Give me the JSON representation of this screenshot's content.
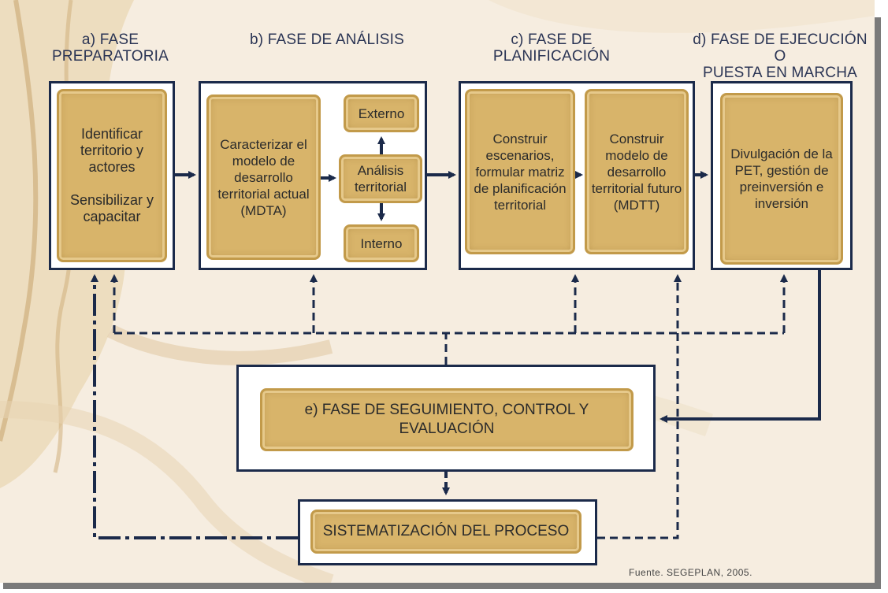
{
  "phases": {
    "a": {
      "title": "a) FASE\nPREPARATORIA",
      "card_text": "Identificar territorio y actores\n\nSensibilizar y capacitar"
    },
    "b": {
      "title": "b) FASE DE ANÁLISIS",
      "card_main": "Caracterizar el modelo de desarrollo territorial actual (MDTA)",
      "card_externo": "Externo",
      "card_analisis": "Análisis territorial",
      "card_interno": "Interno"
    },
    "c": {
      "title": "c) FASE DE\nPLANIFICACIÓN",
      "card_escenarios": "Construir escenarios, formular matriz de planificación territorial",
      "card_modelo": "Construir modelo de desarrollo territorial futuro (MDTT)"
    },
    "d": {
      "title": "d) FASE DE EJECUCIÓN O\nPUESTA EN MARCHA",
      "card_text": "Divulgación de la PET, gestión de preinversión e inversión"
    },
    "e": {
      "card_text": "e) FASE DE SEGUIMIENTO,  CONTROL Y\nEVALUACIÓN"
    },
    "sistematizacion": {
      "card_text": "SISTEMATIZACIÓN DEL PROCESO"
    }
  },
  "source": "Fuente. SEGEPLAN, 2005.",
  "colors": {
    "frame": "#1b2a4a",
    "parchment": "#d8b46a",
    "parchment_border": "#c29a4a",
    "background": "#f6ede0"
  }
}
